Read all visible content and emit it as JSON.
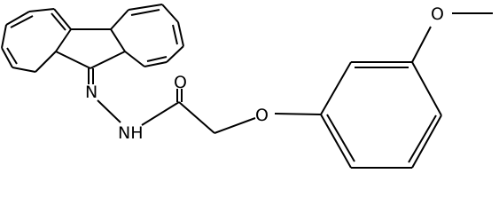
{
  "molecule": {
    "atoms": {
      "hydrazone_n": "N",
      "amide_nh": "NH",
      "carbonyl_o": "O",
      "ether_o": "O",
      "methoxy_o": "O"
    }
  }
}
